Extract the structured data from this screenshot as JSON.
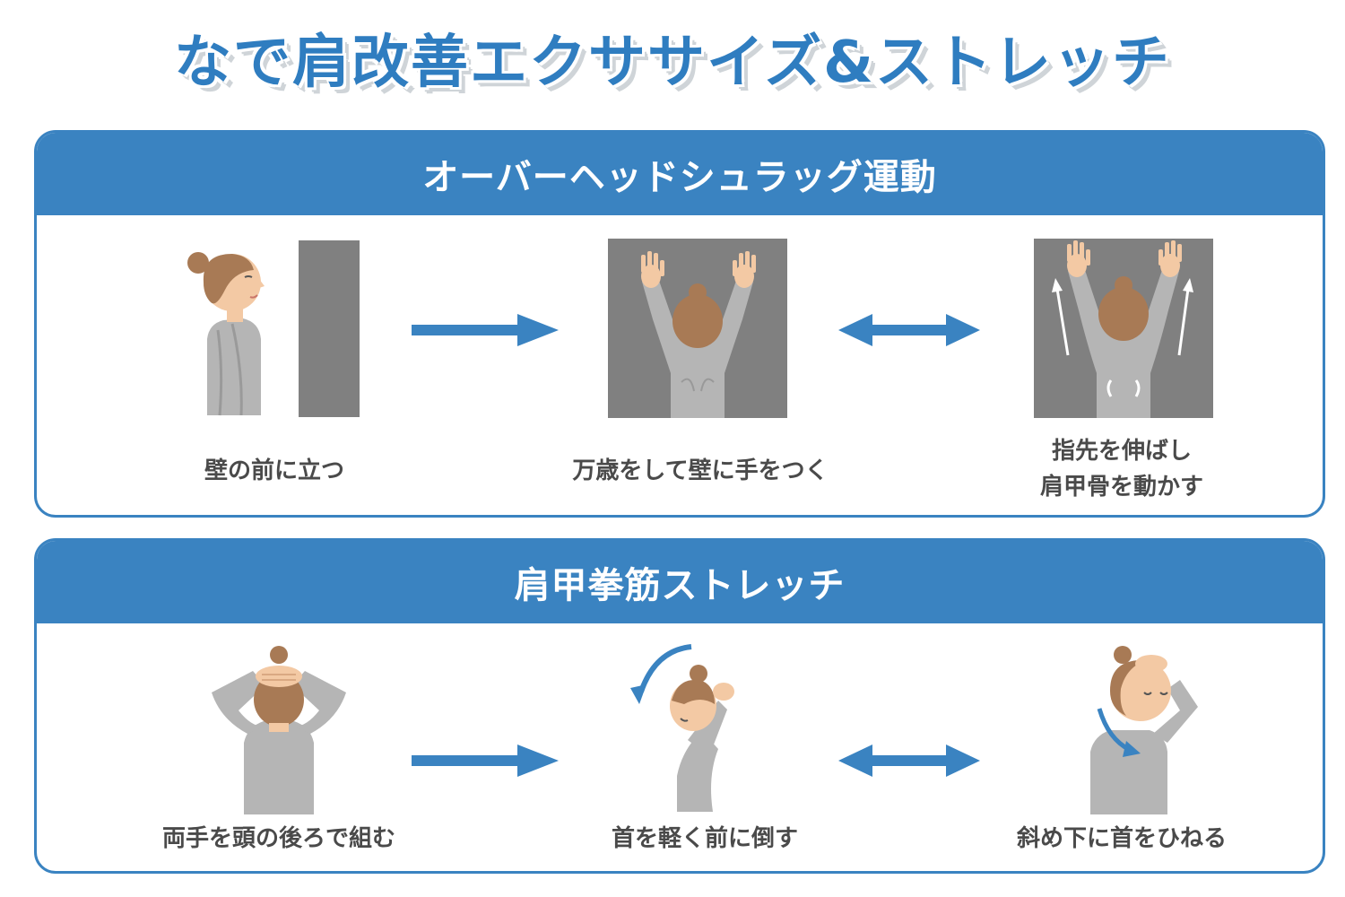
{
  "title": "なで肩改善エクササイズ&ストレッチ",
  "sections": [
    {
      "heading": "オーバーヘッドシュラッグ運動",
      "steps": [
        {
          "label": "壁の前に立つ"
        },
        {
          "label": "万歳をして壁に手をつく"
        },
        {
          "label_line1": "指先を伸ばし",
          "label_line2": "肩甲骨を動かす"
        }
      ]
    },
    {
      "heading": "肩甲拳筋ストレッチ",
      "steps": [
        {
          "label": "両手を頭の後ろで組む"
        },
        {
          "label": "首を軽く前に倒す"
        },
        {
          "label": "斜め下に首をひねる"
        }
      ]
    }
  ],
  "colors": {
    "accent": "#3a83c1",
    "wall": "#808080",
    "shirt": "#b5b5b5",
    "skin": "#f3c9a4",
    "hair": "#a87a55"
  }
}
